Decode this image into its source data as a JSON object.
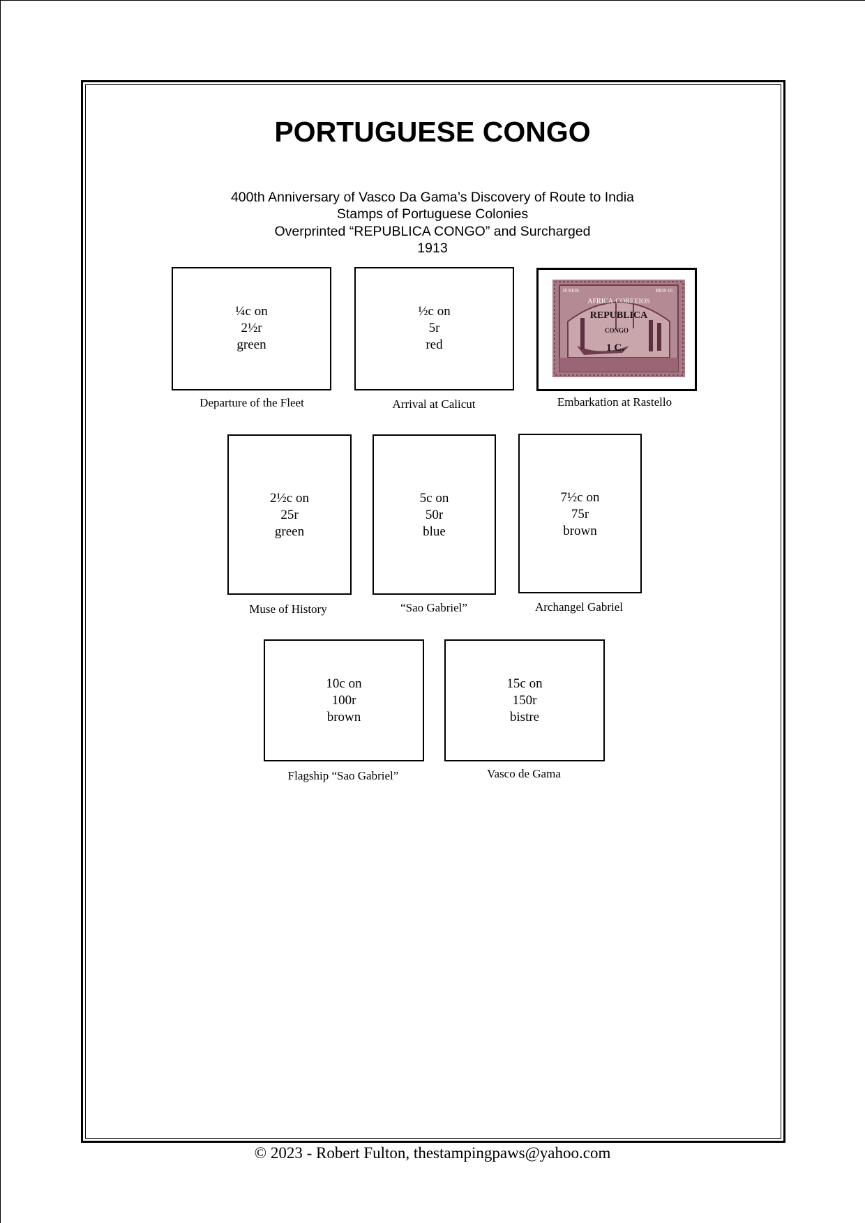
{
  "page": {
    "title": "PORTUGUESE CONGO",
    "subtitle_lines": [
      "400th Anniversary of Vasco Da Gama’s Discovery of Route to India",
      "Stamps of Portuguese Colonies",
      "Overprinted “REPUBLICA CONGO” and Surcharged",
      "1913"
    ],
    "footer": "© 2023 -  Robert Fulton, thestampingpaws@yahoo.com"
  },
  "stamps": [
    {
      "lines": [
        "¼c on",
        "2½r",
        "green"
      ],
      "caption": "Departure of the Fleet"
    },
    {
      "lines": [
        "½c on",
        "5r",
        "red"
      ],
      "caption": "Arrival at Calicut"
    },
    {
      "image": {
        "top_left": "10 REIS",
        "top_right": "REIS 10",
        "banner": "AFRICA·CORREIOS",
        "overprint_1": "REPUBLICA",
        "overprint_2": "CONGO",
        "surcharge": "1 C."
      },
      "caption": "Embarkation at Rastello"
    },
    {
      "lines": [
        "2½c on",
        "25r",
        "green"
      ],
      "caption": "Muse of History"
    },
    {
      "lines": [
        "5c on",
        "50r",
        "blue"
      ],
      "caption": "“Sao Gabriel”"
    },
    {
      "lines": [
        "7½c on",
        "75r",
        "brown"
      ],
      "caption": "Archangel Gabriel"
    },
    {
      "lines": [
        "10c on",
        "100r",
        "brown"
      ],
      "caption": "Flagship “Sao Gabriel”"
    },
    {
      "lines": [
        "15c on",
        "150r",
        "bistre"
      ],
      "caption": "Vasco de Gama"
    }
  ],
  "colors": {
    "stamp_mauve": "#a97a86",
    "ink": "#000000"
  }
}
